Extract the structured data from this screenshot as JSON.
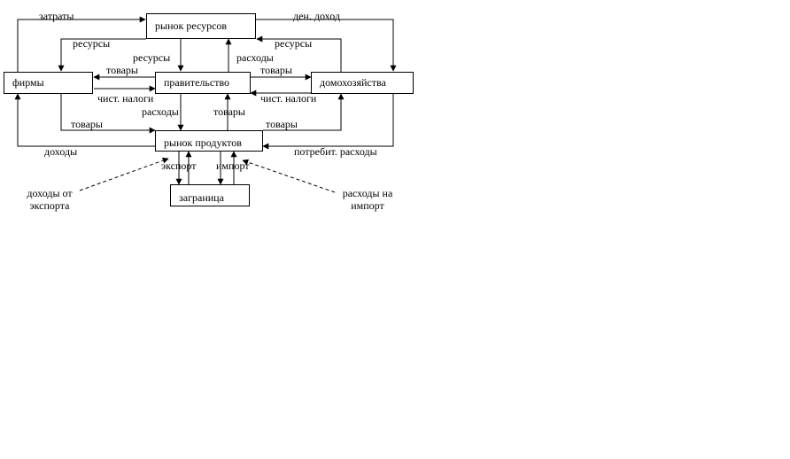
{
  "boxes": {
    "resource_market": "рынок ресурсов",
    "firms": "фирмы",
    "government": "правительство",
    "households": "домохозяйства",
    "product_market": "рынок продуктов",
    "abroad": "заграница"
  },
  "labels": {
    "costs": "затраты",
    "money_income": "ден. доход",
    "resources_left": "ресурсы",
    "resources_gov": "ресурсы",
    "resources_right": "ресурсы",
    "spending_gov_top": "расходы",
    "goods_left_top": "товары",
    "goods_right_top": "товары",
    "net_taxes_left": "чист. налоги",
    "net_taxes_right": "чист. налоги",
    "spending_gov_bottom": "расходы",
    "goods_gov_bottom": "товары",
    "goods_left_bottom": "товары",
    "goods_right_bottom": "товары",
    "incomes": "доходы",
    "consumer_spending": "потребит. расходы",
    "export": "экспорт",
    "import": "импорт",
    "export_income_line1": "доходы от",
    "export_income_line2": "экспорта",
    "import_spending_line1": "расходы на",
    "import_spending_line2": "импорт"
  }
}
